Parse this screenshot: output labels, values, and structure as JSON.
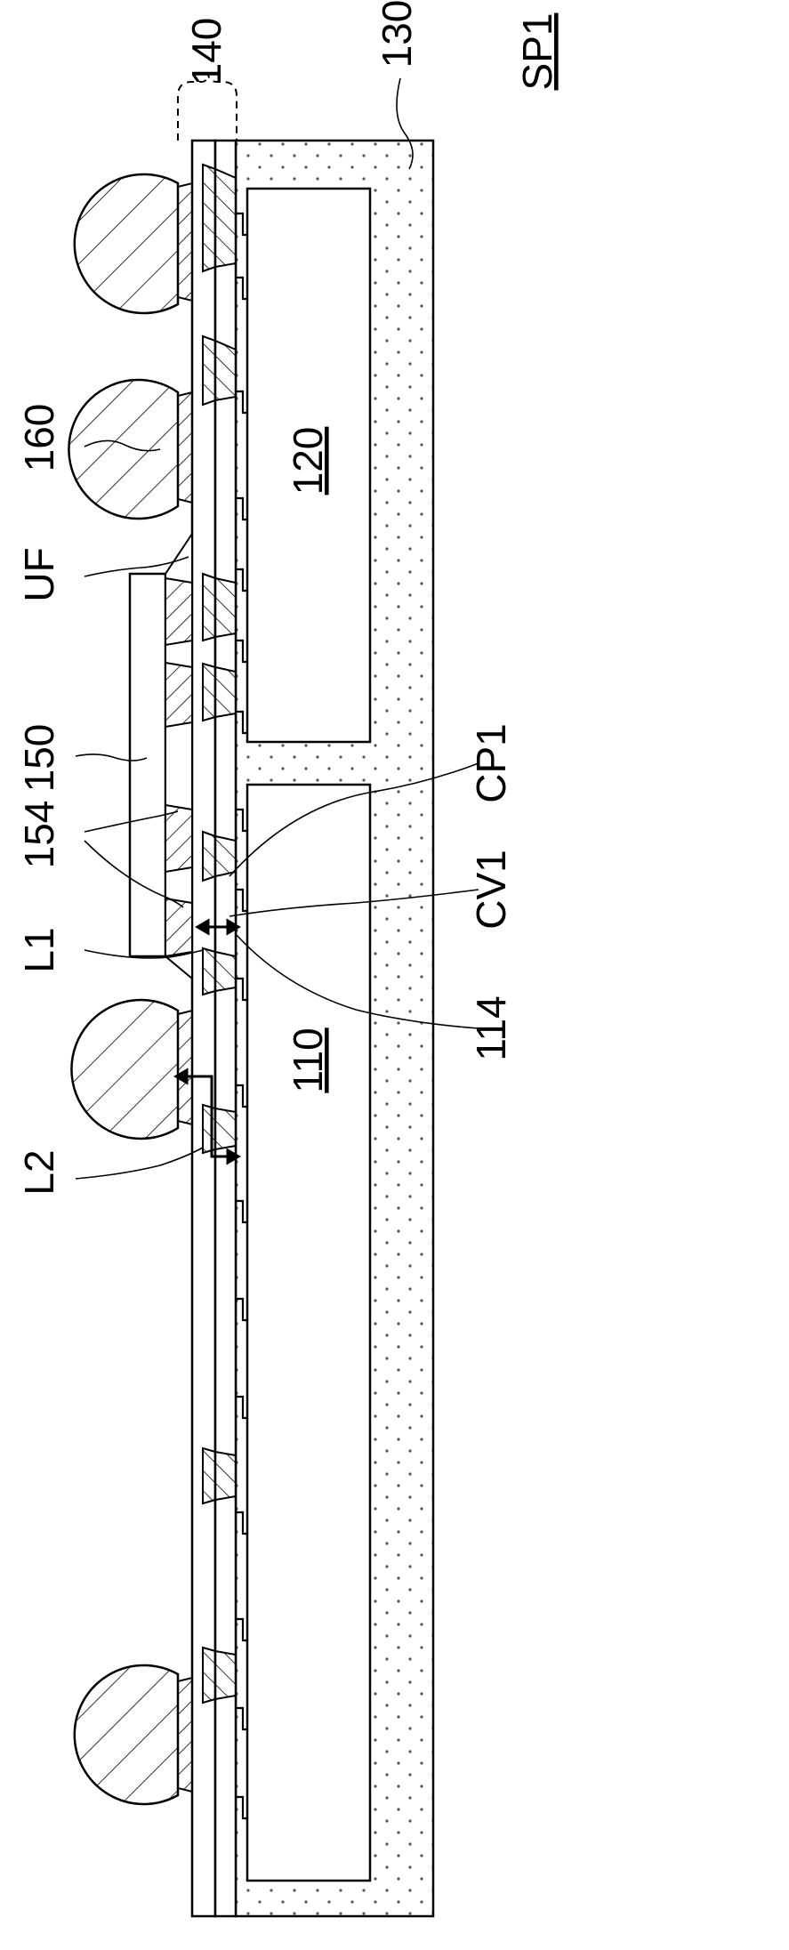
{
  "figure_id": "SP1",
  "labels": {
    "package_region": "140",
    "encapsulant": "130",
    "solder_ball": "160",
    "underfill": "UF",
    "die_second": "120",
    "passive_component": "150",
    "component_terminals": "154",
    "distance_l1": "L1",
    "distance_l2": "L2",
    "die_first": "110",
    "pad": "114",
    "conductive_via": "CV1",
    "conductive_pillar": "CP1"
  },
  "colors": {
    "line": "#000000",
    "background": "#ffffff",
    "encapsulant_dots": "#555555"
  }
}
